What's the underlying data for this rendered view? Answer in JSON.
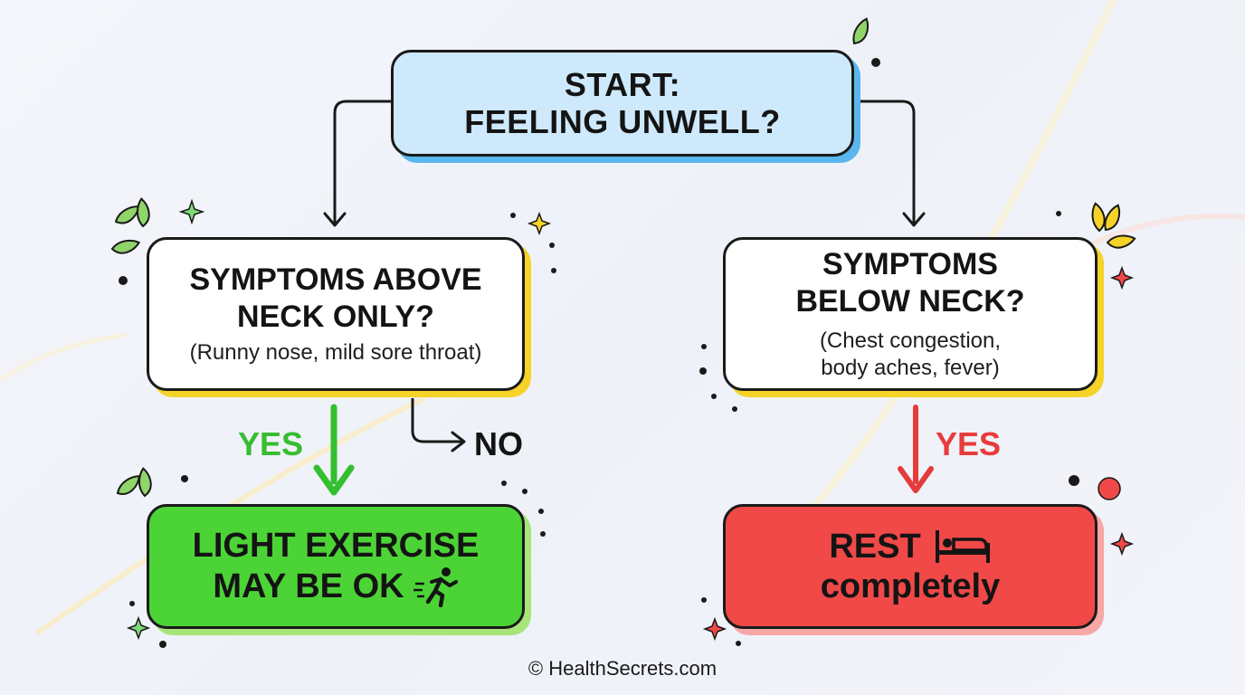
{
  "start": {
    "line1": "START:",
    "line2": "FEELING UNWELL?"
  },
  "left_question": {
    "line1": "SYMPTOMS ABOVE",
    "line2": "NECK ONLY?",
    "detail": "(Runny nose, mild sore throat)"
  },
  "right_question": {
    "line1": "SYMPTOMS",
    "line2": "BELOW NECK?",
    "detail1": "(Chest congestion,",
    "detail2": "body aches, fever)"
  },
  "labels": {
    "yes_left": "YES",
    "no": "NO",
    "yes_right": "YES"
  },
  "left_result": {
    "line1": "LIGHT EXERCISE",
    "line2": "MAY BE OK",
    "icon": "running-person-icon"
  },
  "right_result": {
    "line1": "REST",
    "line2": "completely",
    "icon": "bed-icon"
  },
  "footer": "© HealthSecrets.com",
  "colors": {
    "start_fill": "#cde9fb",
    "start_shadow": "#59b6ef",
    "question_shadow": "#f5d327",
    "green": "#4cd436",
    "green_label": "#37bd31",
    "red": "#f14848",
    "red_label": "#e83b3b"
  }
}
